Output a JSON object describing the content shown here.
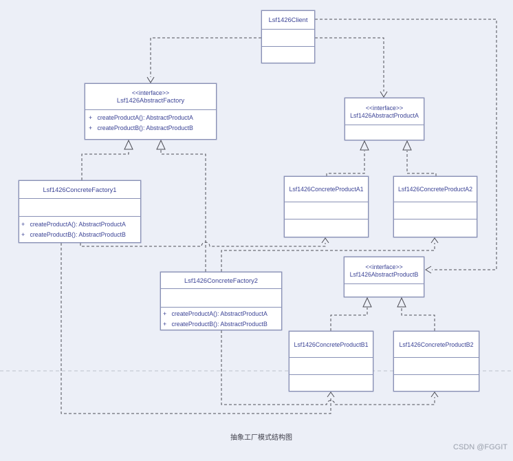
{
  "caption": "抽象工厂模式结构图",
  "watermark": "CSDN @FGGIT",
  "colors": {
    "background": "#eceff7",
    "box_fill": "#ffffff",
    "box_border": "#8890b5",
    "box_text": "#3c4496",
    "connector": "#4d4d55",
    "guide_line": "#ccd0da",
    "caption_text": "#3e3e49",
    "watermark_text": "#9aa0ac"
  },
  "nodes": {
    "client": {
      "title": "Lsf1426Client"
    },
    "abstractFactory": {
      "stereotype": "<<interface>>",
      "title": "Lsf1426AbstractFactory",
      "methods": [
        "+   createProductA(): AbstractProductA",
        "+   createProductB(): AbstractProductB"
      ]
    },
    "abstractProductA": {
      "stereotype": "<<interface>>",
      "title": "Lsf1426AbstractProductA"
    },
    "concreteFactory1": {
      "title": "Lsf1426ConcreteFactory1",
      "methods": [
        "+   createProductA(): AbstractProductA",
        "+   createProductB(): AbstractProductB"
      ]
    },
    "concreteProductA1": {
      "title": "Lsf1426ConcreteProductA1"
    },
    "concreteProductA2": {
      "title": "Lsf1426ConcreteProductA2"
    },
    "concreteFactory2": {
      "title": "Lsf1426ConcreteFactory2",
      "methods": [
        "+   createProductA(): AbstractProductA",
        "+   createProductB(): AbstractProductB"
      ]
    },
    "abstractProductB": {
      "stereotype": "<<interface>>",
      "title": "Lsf1426AbstractProductB"
    },
    "concreteProductB1": {
      "title": "Lsf1426ConcreteProductB1"
    },
    "concreteProductB2": {
      "title": "Lsf1426ConcreteProductB2"
    }
  }
}
